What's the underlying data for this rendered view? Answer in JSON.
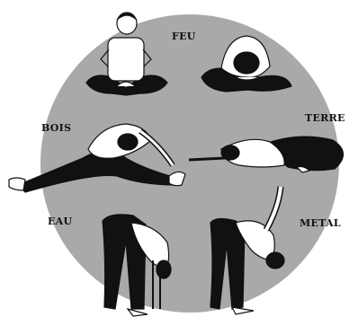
{
  "colors": {
    "circle": "#a9a9a9",
    "ink": "#111111",
    "skin": "#ffffff"
  },
  "elements": {
    "feu": "FEU",
    "bois": "BOIS",
    "terre": "TERRE",
    "eau": "EAU",
    "metal": "METAL"
  }
}
